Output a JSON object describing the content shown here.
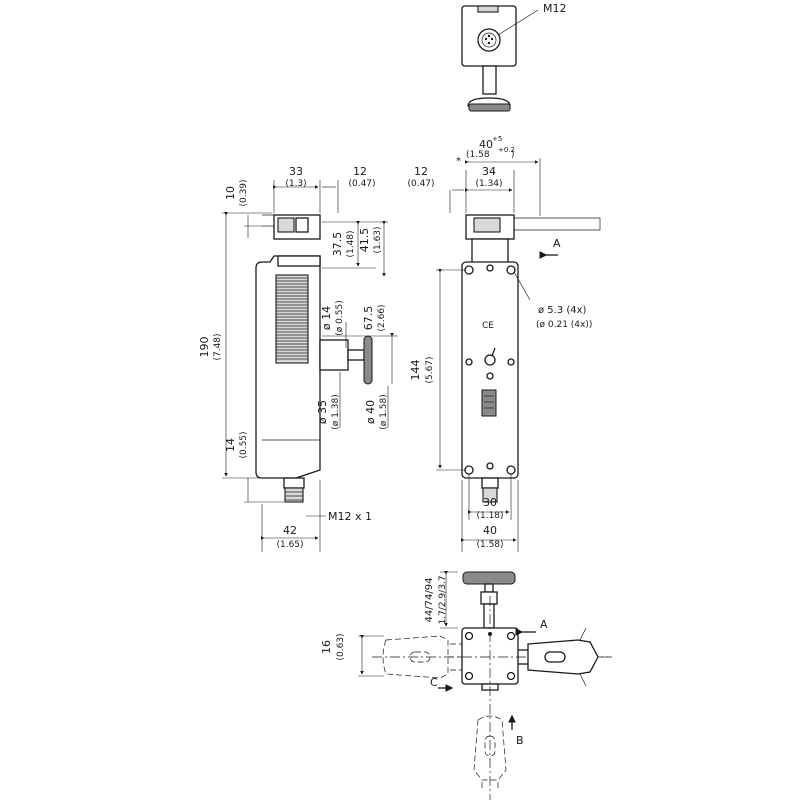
{
  "labels": {
    "connector_top": "M12",
    "connector_thread": "M12 x 1",
    "ce_mark": "CE",
    "view_a": "A",
    "view_b": "B",
    "view_c": "C",
    "asterisk": "*"
  },
  "side_view": {
    "width_33": "33",
    "width_33_in": "(1.3)",
    "offset_12": "12",
    "offset_12_in": "(0.47)",
    "top_10": "10",
    "top_10_in": "(0.39)",
    "h_37_5": "37.5",
    "h_37_5_in": "(1.48)",
    "h_41_5": "41.5",
    "h_41_5_in": "(1.63)",
    "height_190": "190",
    "height_190_in": "(7.48)",
    "dia_14": "ø 14",
    "dia_14_in": "(ø 0.55)",
    "len_67_5": "67.5",
    "len_67_5_in": "(2.66)",
    "dia_35": "ø 35",
    "dia_35_in": "(ø 1.38)",
    "dia_40": "ø 40",
    "dia_40_in": "(ø 1.58)",
    "bottom_14": "14",
    "bottom_14_in": "(0.55)",
    "width_42": "42",
    "width_42_in": "(1.65)"
  },
  "front_view": {
    "top_40": "40",
    "top_40_sup": "+5",
    "top_40_in": "(1.58",
    "top_40_in_sup": "+0.2",
    "top_40_in_close": ")",
    "offset_12": "12",
    "offset_12_in": "(0.47)",
    "width_34": "34",
    "width_34_in": "(1.34)",
    "hole": "ø 5.3 (4x)",
    "hole_in": "(ø 0.21 (4x))",
    "height_144": "144",
    "height_144_in": "(5.67)",
    "width_30": "30",
    "width_30_in": "(1.18)",
    "width_40": "40",
    "width_40_in": "(1.58)"
  },
  "bottom_view": {
    "len_set": "44/74/94",
    "len_set_in": "1.7/2.9/3.7",
    "h_16": "16",
    "h_16_in": "(0.63)"
  }
}
